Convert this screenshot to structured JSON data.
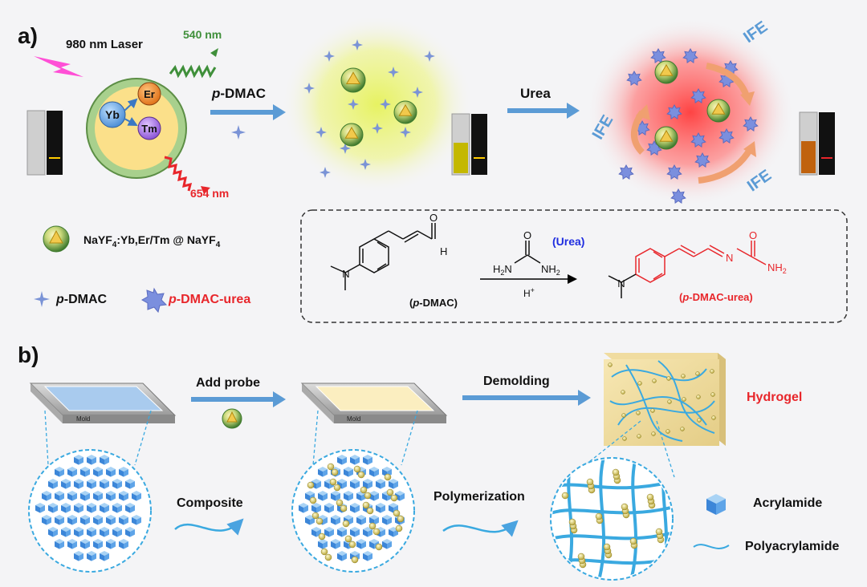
{
  "panel_a": {
    "label": "a)",
    "laser": "980 nm Laser",
    "emission_green": "540 nm",
    "emission_red": "654 nm",
    "ions": {
      "yb": "Yb",
      "er": "Er",
      "tm": "Tm"
    },
    "reagent1_prefix": "p",
    "reagent1_rest": "-DMAC",
    "reagent2": "Urea",
    "ife": "IFE",
    "legend": {
      "nanoparticle_main": "NaYF",
      "nanoparticle_dopants": ":Yb,Er/Tm @ NaYF",
      "sub": "4",
      "probe_prefix": "p",
      "probe_rest": "-DMAC",
      "product_prefix": "p",
      "product_rest": "-DMAC-urea"
    },
    "reaction": {
      "urea_label": "(Urea)",
      "reactant_label_open": "(",
      "reactant_label_italic": "p",
      "reactant_label_rest": "-DMAC)",
      "product_label_open": "(",
      "product_label_italic": "p",
      "product_label_rest": "-DMAC-urea)",
      "catalyst": "H",
      "catalyst_sup": "+",
      "atoms": {
        "O": "O",
        "H": "H",
        "N": "N",
        "NH2": "NH",
        "H2N": "H",
        "two": "2"
      }
    }
  },
  "panel_b": {
    "label": "b)",
    "step1": "Add probe",
    "step2": "Demolding",
    "mold": "Mold",
    "product": "Hydrogel",
    "zoom1": "Composite",
    "zoom2": "Polymerization",
    "legend_monomer": "Acrylamide",
    "legend_polymer": "Polyacrylamide"
  },
  "colors": {
    "arrow_blue": "#5b9bd5",
    "red_text": "#e8262b",
    "green_text": "#3f8f3a",
    "urea_blue": "#1f2de0",
    "yellow_glow": "#e6f25a",
    "red_glow": "#ff3a3a"
  }
}
